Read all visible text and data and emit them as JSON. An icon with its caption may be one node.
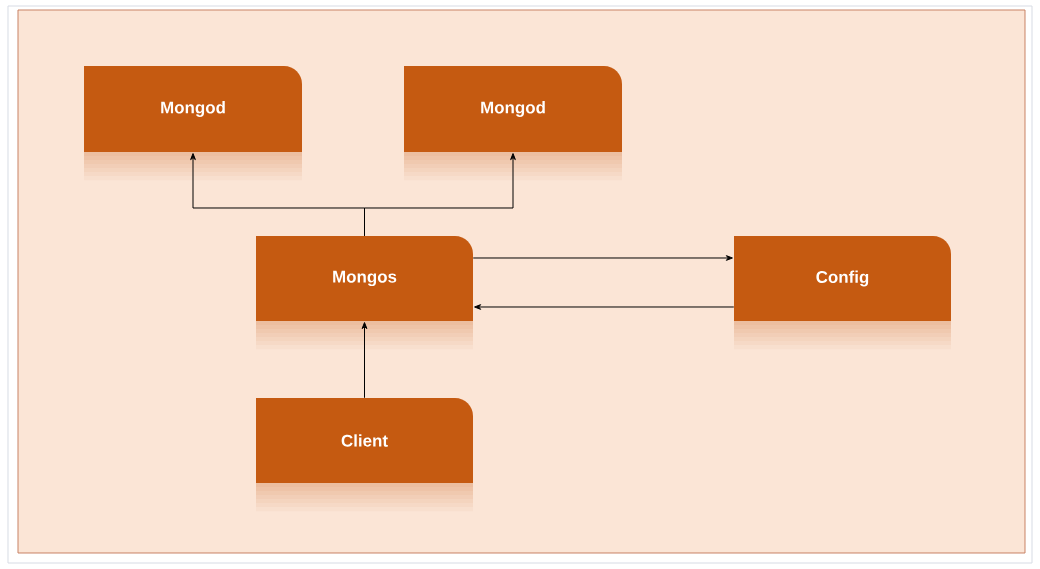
{
  "diagram": {
    "nodes": [
      {
        "text": [
          "Mongod"
        ]
      },
      {
        "text": [
          "Mongod"
        ]
      },
      {
        "text": [
          "Mongos"
        ]
      },
      {
        "text": [
          "Config"
        ]
      },
      {
        "text": [
          "Client"
        ]
      }
    ],
    "edges": [
      {
        "from": 2,
        "to": 0,
        "arrow": "to"
      },
      {
        "from": 2,
        "to": 1,
        "arrow": "to"
      },
      {
        "from": 2,
        "to": 3,
        "arrow": "to"
      },
      {
        "from": 3,
        "to": 2,
        "arrow": "to"
      },
      {
        "from": 4,
        "to": 2,
        "arrow": "to"
      }
    ]
  }
}
